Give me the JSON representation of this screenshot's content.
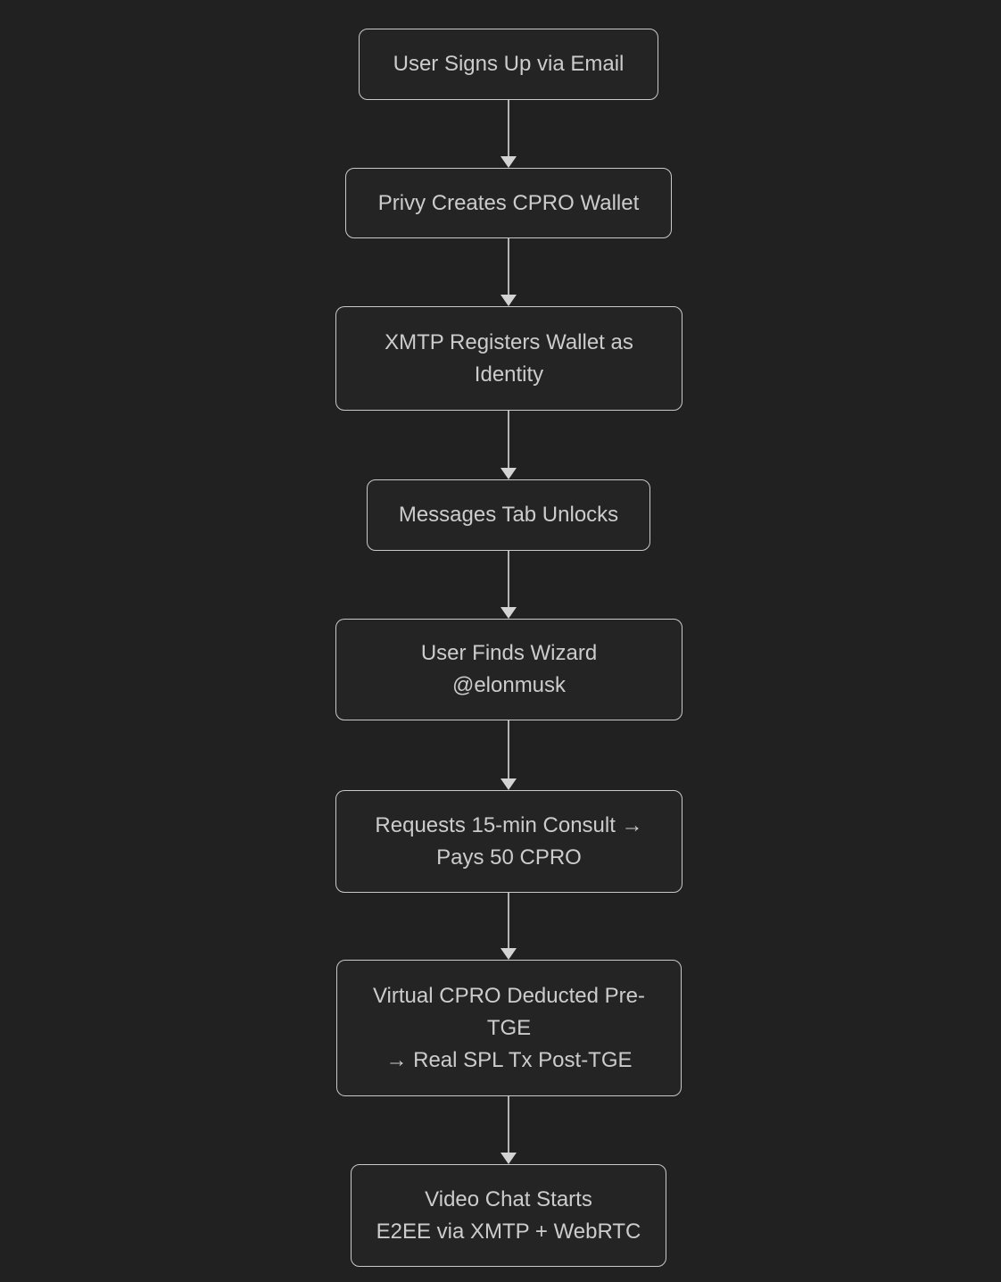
{
  "theme": {
    "background": "#212121",
    "node_fill": "#242424",
    "node_border": "#c9c9c9",
    "node_text": "#cccccc",
    "edge_line": "#b3b3b3",
    "arrowhead": "#d3d3d3"
  },
  "flowchart": {
    "type": "flowchart",
    "direction": "top-down",
    "nodes": [
      {
        "id": "signup",
        "label": "User Signs Up via Email"
      },
      {
        "id": "privy-wallet",
        "label": "Privy Creates CPRO Wallet"
      },
      {
        "id": "xmtp-identity",
        "label": "XMTP Registers Wallet as\nIdentity"
      },
      {
        "id": "messages-unlock",
        "label": "Messages Tab Unlocks"
      },
      {
        "id": "find-wizard",
        "label": "User Finds Wizard\n@elonmusk"
      },
      {
        "id": "request-consult",
        "label": "Requests 15-min Consult →\nPays 50 CPRO"
      },
      {
        "id": "cpro-deduction",
        "label": "Virtual CPRO Deducted Pre-\nTGE\n→ Real SPL Tx Post-TGE"
      },
      {
        "id": "video-chat",
        "label": "Video Chat Starts\nE2EE via XMTP + WebRTC"
      }
    ],
    "edges": [
      {
        "from": "signup",
        "to": "privy-wallet"
      },
      {
        "from": "privy-wallet",
        "to": "xmtp-identity"
      },
      {
        "from": "xmtp-identity",
        "to": "messages-unlock"
      },
      {
        "from": "messages-unlock",
        "to": "find-wizard"
      },
      {
        "from": "find-wizard",
        "to": "request-consult"
      },
      {
        "from": "request-consult",
        "to": "cpro-deduction"
      },
      {
        "from": "cpro-deduction",
        "to": "video-chat"
      }
    ]
  }
}
